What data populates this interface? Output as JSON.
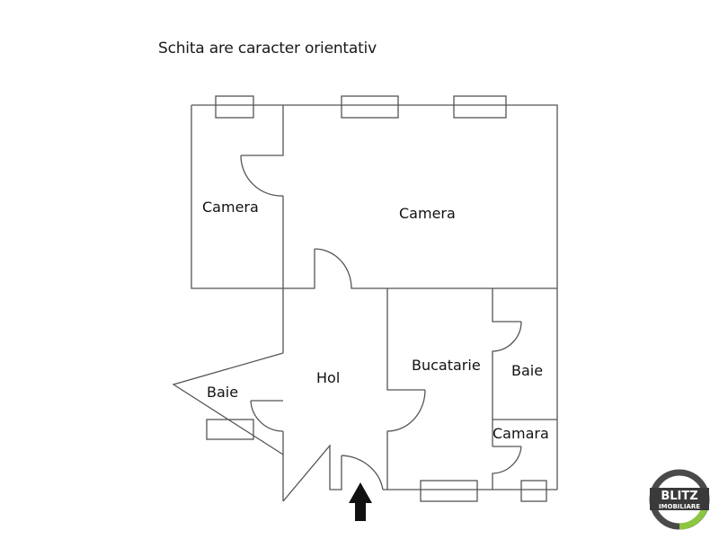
{
  "title": "Schita are caracter orientativ",
  "rooms": [
    {
      "id": "camera-1",
      "label": "Camera"
    },
    {
      "id": "camera-2",
      "label": "Camera"
    },
    {
      "id": "hol",
      "label": "Hol"
    },
    {
      "id": "baie-1",
      "label": "Baie"
    },
    {
      "id": "bucatarie",
      "label": "Bucatarie"
    },
    {
      "id": "baie-2",
      "label": "Baie"
    },
    {
      "id": "camara",
      "label": "Camara"
    }
  ],
  "logo": {
    "line1": "BLITZ",
    "line2": "IMOBILIARE",
    "colors": {
      "ring": "#4a4a4a",
      "accent": "#8dc63f",
      "text": "#ffffff"
    }
  },
  "colors": {
    "walls": "#555555",
    "arrow": "#111111"
  }
}
